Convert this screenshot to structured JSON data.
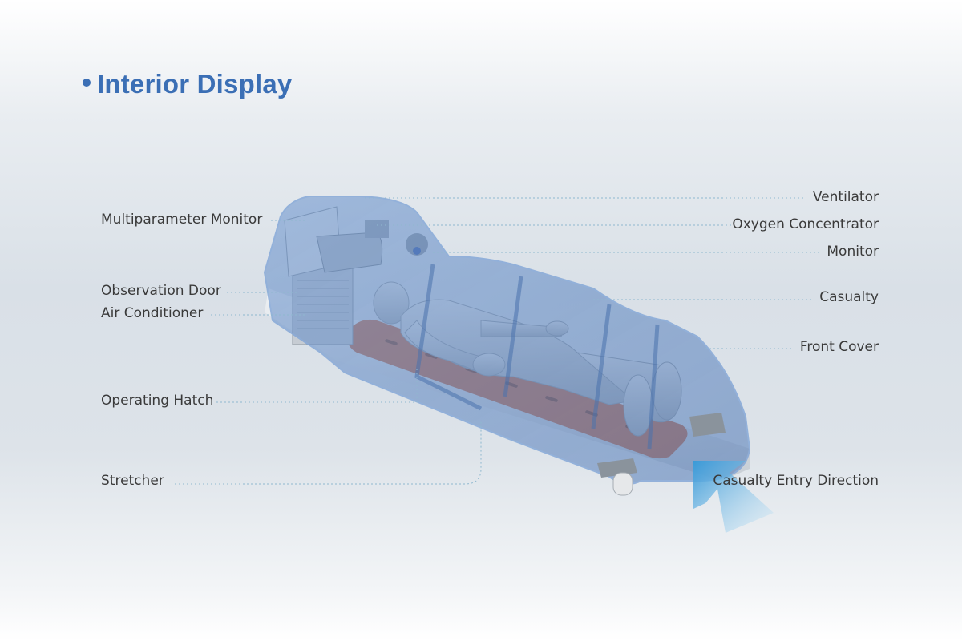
{
  "title": "Interior Display",
  "labels": {
    "multiparameter_monitor": "Multiparameter Monitor",
    "observation_door": "Observation Door",
    "air_conditioner": "Air Conditioner",
    "operating_hatch": "Operating Hatch",
    "stretcher": "Stretcher",
    "ventilator": "Ventilator",
    "oxygen_concentrator": "Oxygen Concentrator",
    "monitor": "Monitor",
    "casualty": "Casualty",
    "front_cover": "Front Cover",
    "casualty_entry_direction": "Casualty Entry Direction"
  },
  "colors": {
    "title": "#3b6fb5",
    "shell": "#5b86c4",
    "stretcher": "#c8724f",
    "figure": "#c9cdd2",
    "arrow": "#3a9ad8"
  }
}
